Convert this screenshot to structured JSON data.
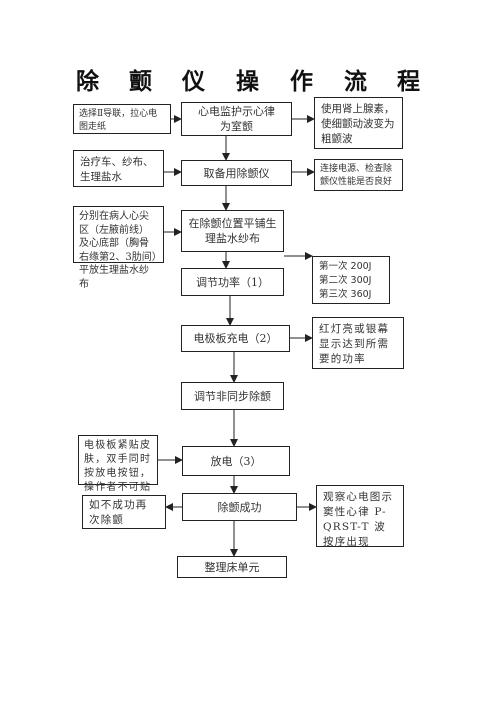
{
  "title_chars": [
    "除",
    "颤",
    "仪",
    "操",
    "作",
    "流",
    "程"
  ],
  "main_steps": {
    "monitor": "心电监护示心律为室颤",
    "prepare": "取备用除颤仪",
    "gel": "在除颤位置平铺生理盐水纱布",
    "energy": "调节功率（1）",
    "charge": "电极板充电（2）",
    "async": "调节非同步除颤",
    "discharge": "放电（3）",
    "success": "除颤成功",
    "tidy": "整理床单元"
  },
  "side_notes": {
    "lead": "选择Ⅱ导联，拉心电图走纸",
    "epinephrine": "使用肾上腺素，使细颤动波变为粗颤波",
    "supplies": "治疗车、纱布、生理盐水",
    "check": "连接电源、检查除颤仪性能是否良好",
    "gauze_position": "分别在病人心尖区（左腋前线）及心底部（胸骨右缘第2、3肋间）平放生理盐水纱布",
    "dosage": [
      "第一次 200J",
      "第二次 300J",
      "第三次 360J"
    ],
    "indicator": "红灯亮或银幕显示达到所需要的功率",
    "paddle_tip": "电极板紧贴皮肤，双手同时按放电按钮，操作者不可贴近床边",
    "retry": "如不成功再次除颤",
    "observe": "观察心电图示窦性心律 P-QRST-T 波按序出现"
  }
}
